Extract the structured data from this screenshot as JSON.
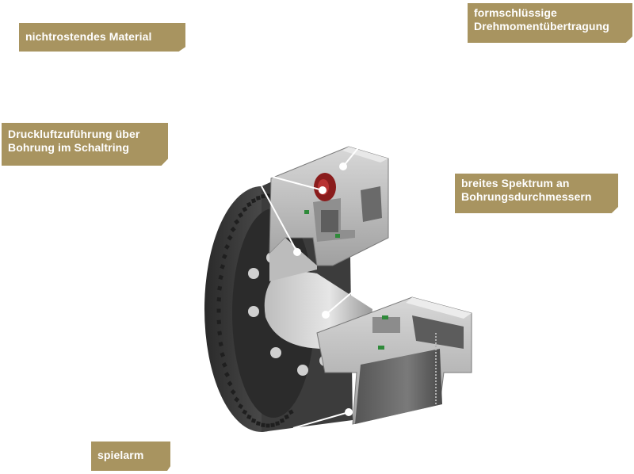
{
  "labels": {
    "material": "nichtrostendes Material",
    "formschluss": [
      "formschlüssige",
      "Drehmomentübertragung"
    ],
    "druckluft": [
      "Druckluftzuführung über",
      "Bohrung im Schaltring"
    ],
    "spektrum": [
      "breites Spektrum an",
      "Bohrungsdurchmessern"
    ],
    "spielarm": "spielarm"
  },
  "colors": {
    "label_bg": "#a89460",
    "label_text": "#ffffff",
    "steel_light": "#c9c9c9",
    "steel_mid": "#9c9c9c",
    "steel_dark": "#3a3a3a",
    "seal_green": "#2f8a3a",
    "port_red": "#8a1c1c"
  }
}
